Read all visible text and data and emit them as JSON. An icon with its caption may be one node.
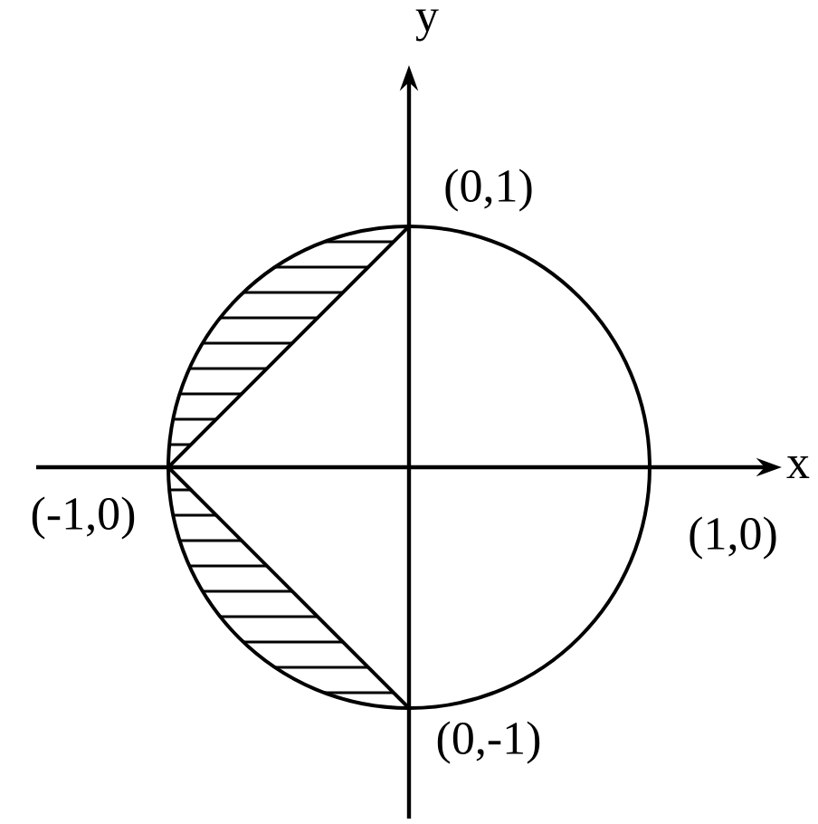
{
  "diagram": {
    "labels": [
      "y",
      "(0,1)",
      "x",
      "(-1,0)",
      "(1,0)",
      "(0,-1)"
    ]
  }
}
